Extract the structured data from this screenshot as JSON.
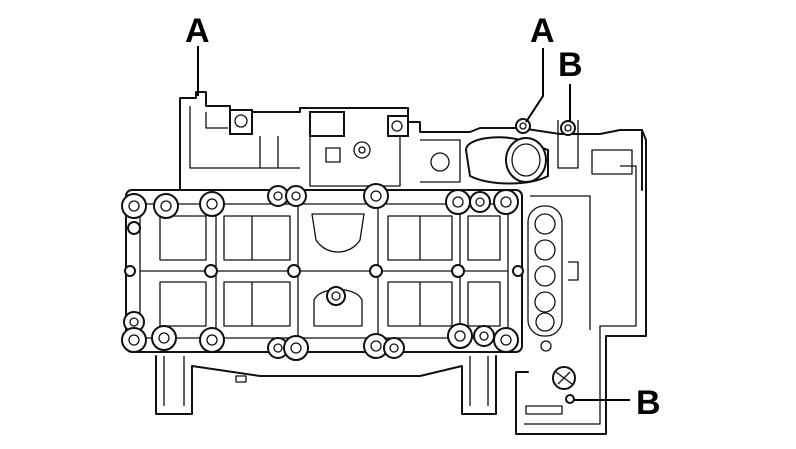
{
  "figure": {
    "callouts": [
      {
        "id": "a-left",
        "text": "A"
      },
      {
        "id": "a-right",
        "text": "A"
      },
      {
        "id": "b-top",
        "text": "B"
      },
      {
        "id": "b-bottom",
        "text": "B"
      }
    ],
    "colors": {
      "line": "#111111",
      "background": "#ffffff"
    }
  }
}
